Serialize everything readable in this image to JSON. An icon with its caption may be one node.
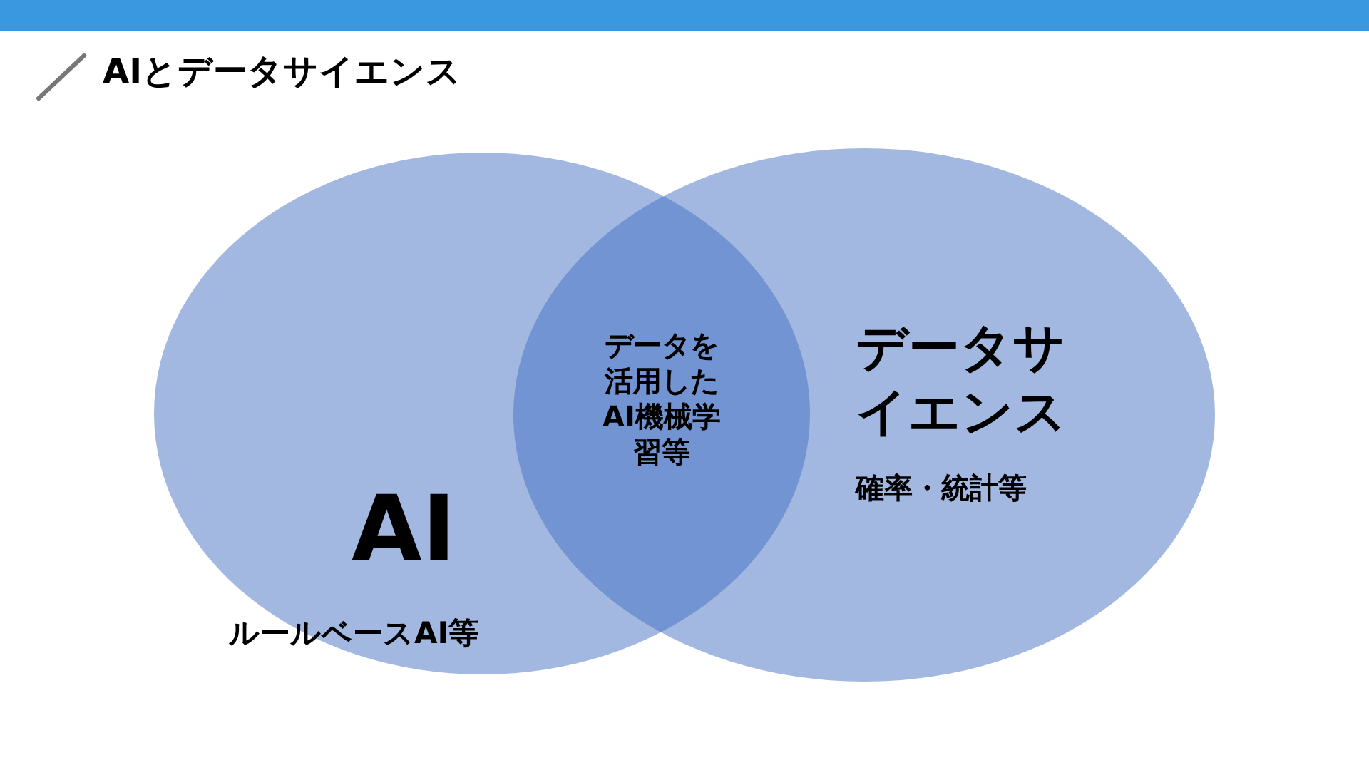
{
  "diagram": {
    "title": "AIとデータサイエンス",
    "nodes": [
      {
        "text": [
          "AI",
          "ルールベースAI等"
        ]
      },
      {
        "text": [
          "データサイエンス",
          "確率・統計等"
        ]
      },
      {
        "text": [
          "データを活用したAI機械学習等"
        ]
      }
    ]
  }
}
